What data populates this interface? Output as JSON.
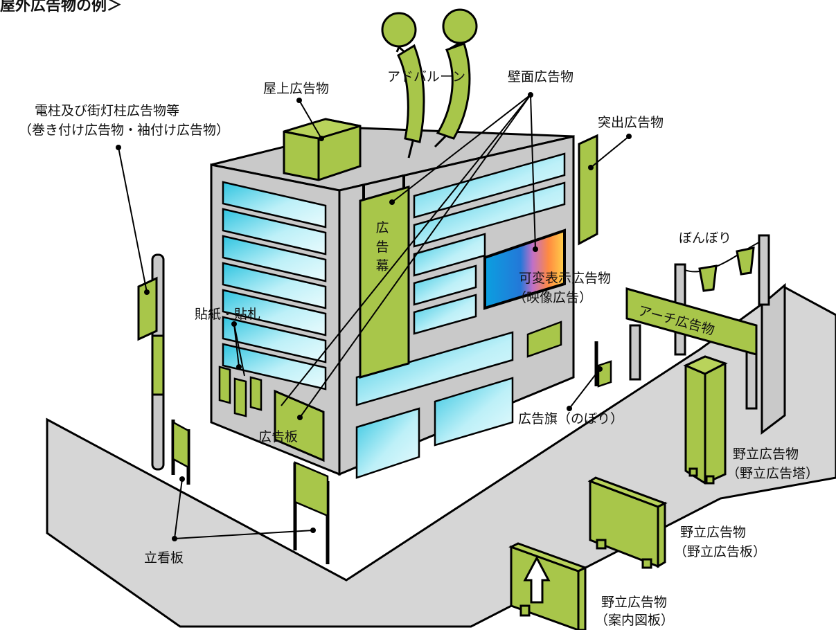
{
  "title": "屋外広告物の例＞",
  "labels": {
    "rooftop": "屋上広告物",
    "adballoon": "アドバルーン",
    "wall": "壁面広告物",
    "pole_1": "電柱及び街灯柱広告物等",
    "pole_2": "（巻き付け広告物・袖付け広告物）",
    "projecting": "突出広告物",
    "bonbori": "ぼんぼり",
    "variable_1": "可変表示広告物",
    "variable_2": "（映像広告）",
    "arch": "アーチ広告物",
    "sticker": "貼紙・貼札",
    "curtain": "広告幕",
    "flag": "広告旗（のぼり）",
    "board": "広告板",
    "tower_1": "野立広告物",
    "tower_2": "（野立広告塔）",
    "standboard": "立看板",
    "field_1": "野立広告物",
    "field_2": "（野立広告板）",
    "guide_1": "野立広告物",
    "guide_2": "（案内図板）"
  },
  "colors": {
    "sign_green": "#a8c64a",
    "building_gray": "#c9c9c9",
    "road_gray": "#d6d6d6",
    "window_cyan": "#5fd3e8",
    "outline": "#000000"
  }
}
